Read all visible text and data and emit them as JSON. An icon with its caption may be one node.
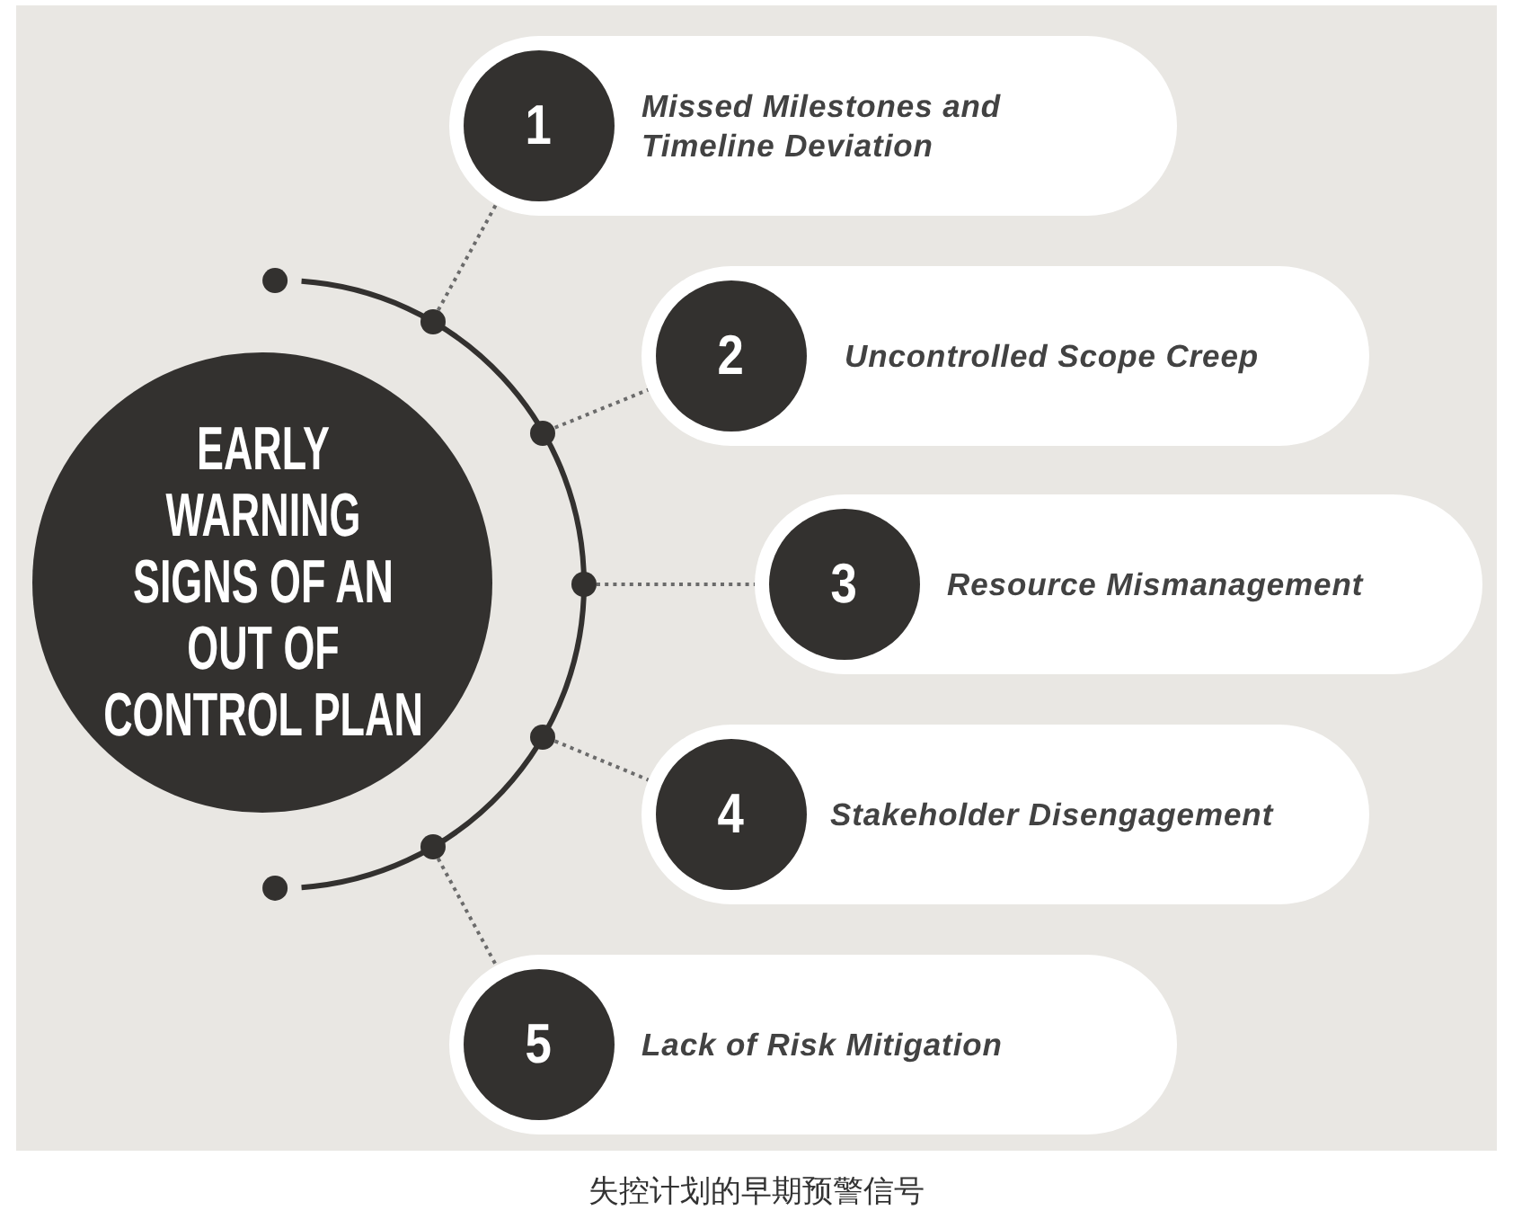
{
  "diagram": {
    "caption": "失控计划的早期预警信号",
    "nodes": [
      {
        "text": [
          "EARLY WARNING SIGNS OF AN OUT OF CONTROL PLAN"
        ]
      },
      {
        "text": [
          "Missed Milestones and Timeline Deviation"
        ]
      },
      {
        "text": [
          "1"
        ],
        "in": 1
      },
      {
        "text": [
          "Uncontrolled Scope Creep"
        ]
      },
      {
        "text": [
          "2"
        ],
        "in": 3
      },
      {
        "text": [
          "Resource Mismanagement"
        ]
      },
      {
        "text": [
          "3"
        ],
        "in": 5
      },
      {
        "text": [
          "Stakeholder Disengagement"
        ]
      },
      {
        "text": [
          "4"
        ],
        "in": 7
      },
      {
        "text": [
          "Lack of Risk Mitigation"
        ]
      },
      {
        "text": [
          "5"
        ],
        "in": 9
      },
      {
        "text": [],
        "shape": "circle"
      },
      {
        "text": [],
        "shape": "circle"
      },
      {
        "text": [],
        "shape": "circle"
      },
      {
        "text": [],
        "shape": "circle"
      },
      {
        "text": [],
        "shape": "circle"
      }
    ],
    "edges": [
      {
        "from": 11,
        "to": 1,
        "arrow": "none",
        "style": "dashed"
      },
      {
        "from": 12,
        "to": 3,
        "arrow": "none",
        "style": "dashed"
      },
      {
        "from": 13,
        "to": 5,
        "arrow": "none",
        "style": "dashed"
      },
      {
        "from": 14,
        "to": 7,
        "arrow": "none",
        "style": "dashed"
      },
      {
        "from": 15,
        "to": 9,
        "arrow": "none",
        "style": "dashed"
      }
    ]
  }
}
